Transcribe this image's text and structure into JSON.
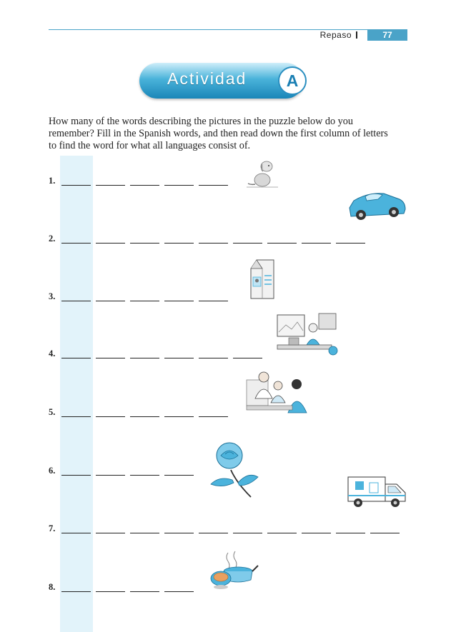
{
  "header": {
    "section": "Repaso",
    "section_mark": "I",
    "page_number": "77"
  },
  "activity": {
    "title": "Actividad",
    "letter": "A"
  },
  "instructions": "How many of the words describing the pictures in the puzzle below do you remember? Fill in the Spanish words, and then read down the first column of letters to find the word for what all languages consist of.",
  "items": [
    {
      "number": "1.",
      "blanks": 5,
      "picture": "dog-icon"
    },
    {
      "number": "2.",
      "blanks": 9,
      "picture": "car-icon"
    },
    {
      "number": "3.",
      "blanks": 5,
      "picture": "milk-carton-icon"
    },
    {
      "number": "4.",
      "blanks": 6,
      "picture": "office-desk-icon"
    },
    {
      "number": "5.",
      "blanks": 5,
      "picture": "meeting-people-icon"
    },
    {
      "number": "6.",
      "blanks": 4,
      "picture": "rose-icon"
    },
    {
      "number": "7.",
      "blanks": 10,
      "picture": "ambulance-icon"
    },
    {
      "number": "8.",
      "blanks": 4,
      "picture": "cooking-pot-icon"
    }
  ],
  "colors": {
    "accent": "#4aa3c8",
    "highlight": "#e2f3fa",
    "picture_blue": "#4bb3dc"
  }
}
